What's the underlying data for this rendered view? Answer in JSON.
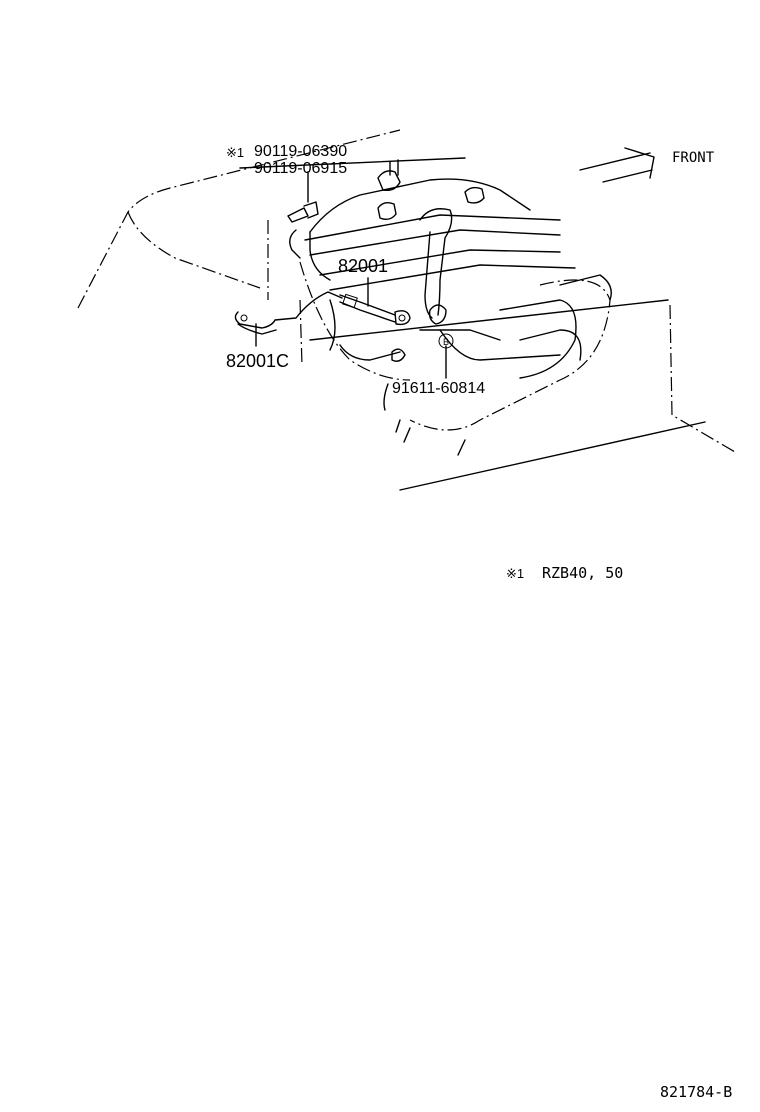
{
  "labels": {
    "part_90119_06390": "90119-06390",
    "part_90119_06915": "90119-06915",
    "note_marker": "※1",
    "direction": "FRONT",
    "part_82001": "82001",
    "part_82001C": "82001C",
    "part_91611_60814": "91611-60814",
    "circle_b": "B",
    "footnote_model": "RZB40, 50",
    "drawing_number": "821784-B"
  }
}
